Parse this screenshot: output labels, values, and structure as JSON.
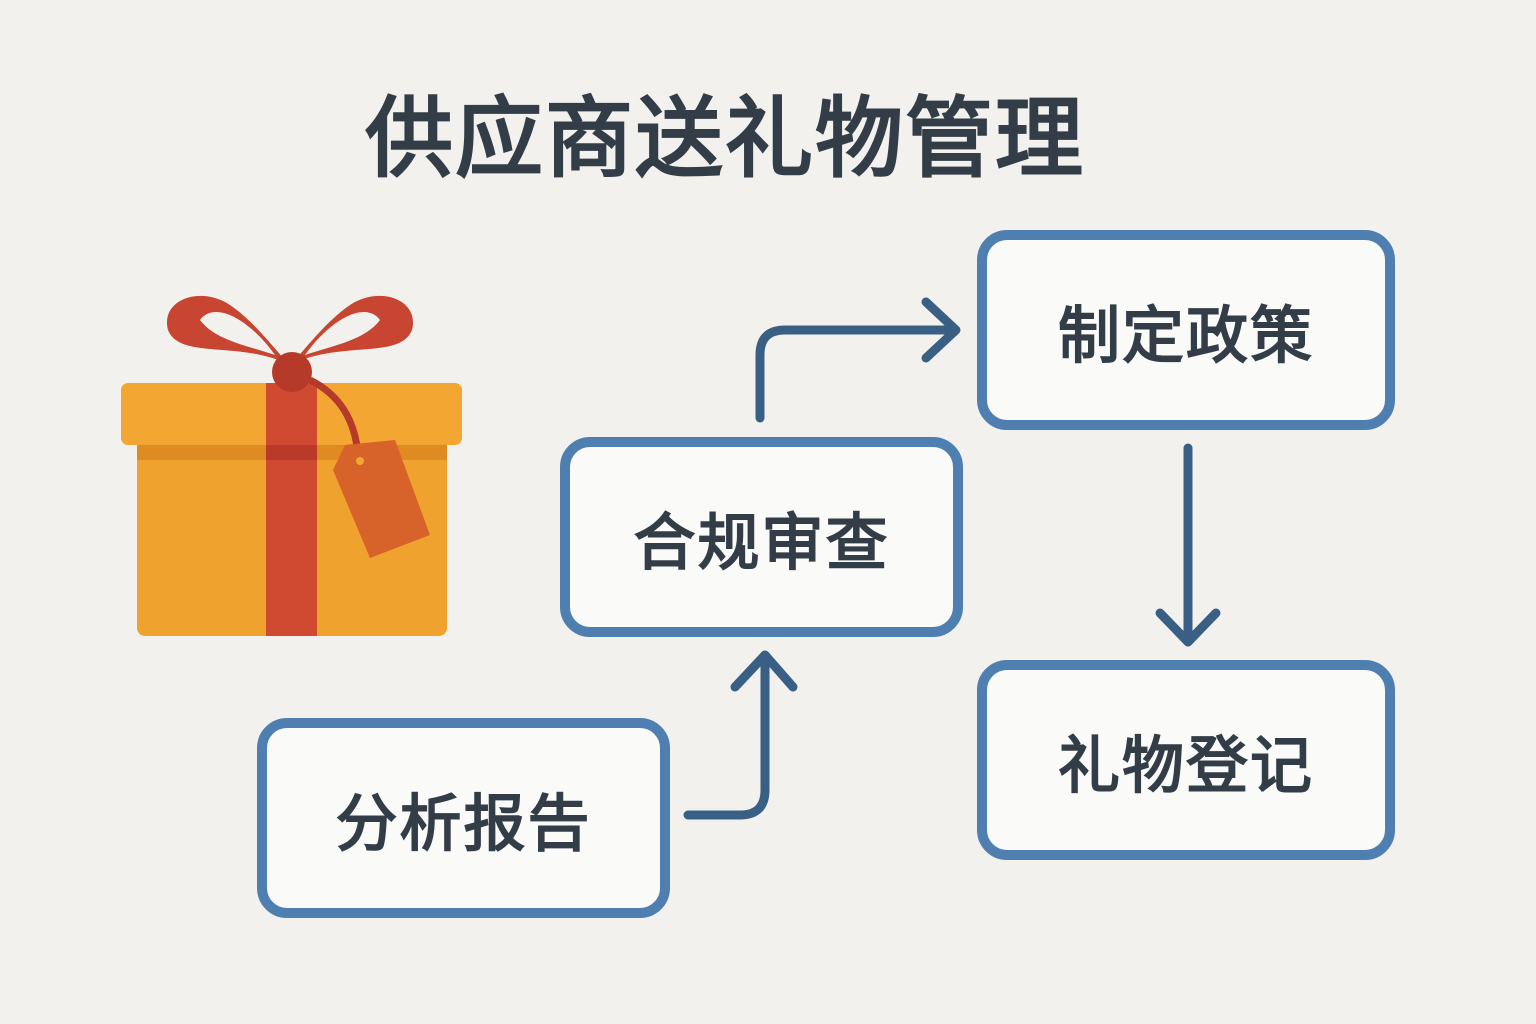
{
  "title": "供应商送礼物管理",
  "steps": {
    "analysis_report": "分析报告",
    "compliance_review": "合规审查",
    "policy_making": "制定政策",
    "gift_registration": "礼物登记"
  },
  "colors": {
    "background": "#f2f1ee",
    "box_border": "#4f7fb0",
    "arrow": "#3a5f85",
    "text": "#333d47",
    "gift_box": "#f0a22e",
    "ribbon": "#cf4a30"
  },
  "icons": [
    "gift-icon"
  ]
}
